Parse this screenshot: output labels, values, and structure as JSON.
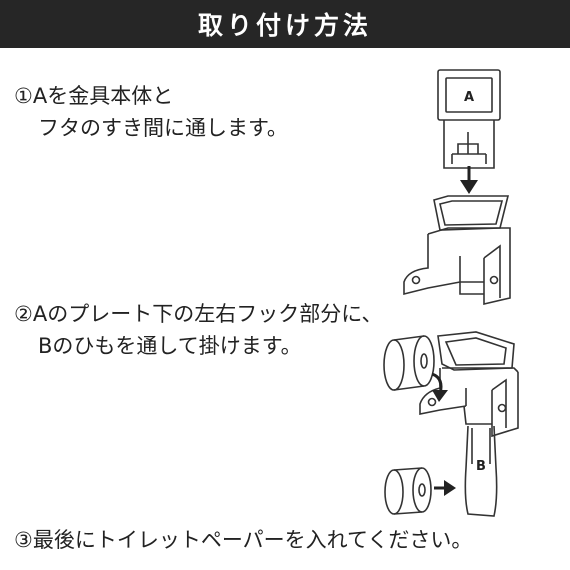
{
  "header": {
    "title": "取り付け方法"
  },
  "steps": [
    {
      "line1": "①Aを金具本体と",
      "line2": "フタのすき間に通します。"
    },
    {
      "line1": "②Aのプレート下の左右フック部分に、",
      "line2": "Bのひもを通して掛けます。"
    },
    {
      "line1": "③最後にトイレットペーパーを入れてください。"
    }
  ],
  "illustration": {
    "label_a": "A",
    "label_b": "B"
  },
  "colors": {
    "header_bg": "#262626",
    "header_text": "#ffffff",
    "line": "#333333"
  }
}
